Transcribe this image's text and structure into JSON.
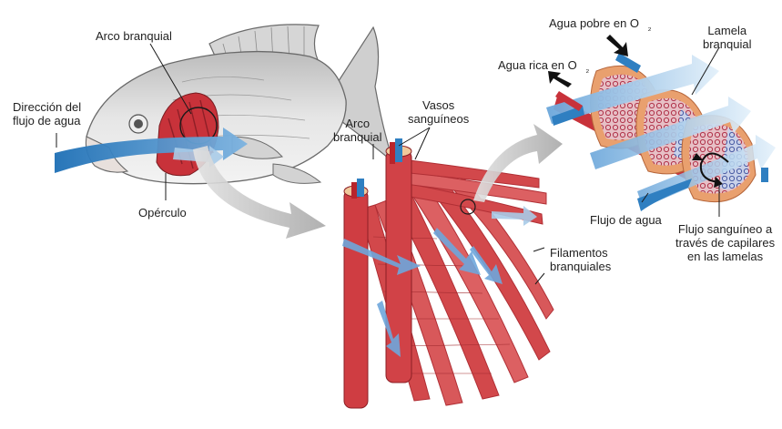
{
  "labels": {
    "gill_arch_fish": "Arco branquial",
    "water_flow_direction": [
      "Dirección del",
      "flujo de agua"
    ],
    "operculum": "Opérculo",
    "blood_vessels": [
      "Vasos",
      "sanguíneos"
    ],
    "gill_arch": [
      "Arco",
      "branquial"
    ],
    "gill_filaments": [
      "Filamentos",
      "branquiales"
    ],
    "water_poor_o2": "Agua pobre en O",
    "water_rich_o2": "Agua rica en O",
    "o2_subscript": "₂",
    "gill_lamella": [
      "Lamela",
      "branquial"
    ],
    "water_flow": "Flujo de agua",
    "blood_flow": [
      "Flujo sanguíneo a",
      "través de  capilares",
      "en las lamelas"
    ]
  },
  "colors": {
    "fish_body": "#d9d9d9",
    "fish_outline": "#6a6a6a",
    "gill_red": "#c8323a",
    "filament_red": "#d2484b",
    "water_blue": "#2f7fc1",
    "light_blue": "#a9cbe8",
    "grey_arrow": "#bdbdbd",
    "lamella_orange": "#e9a06e",
    "capillary_blue": "#3d6fb8"
  }
}
